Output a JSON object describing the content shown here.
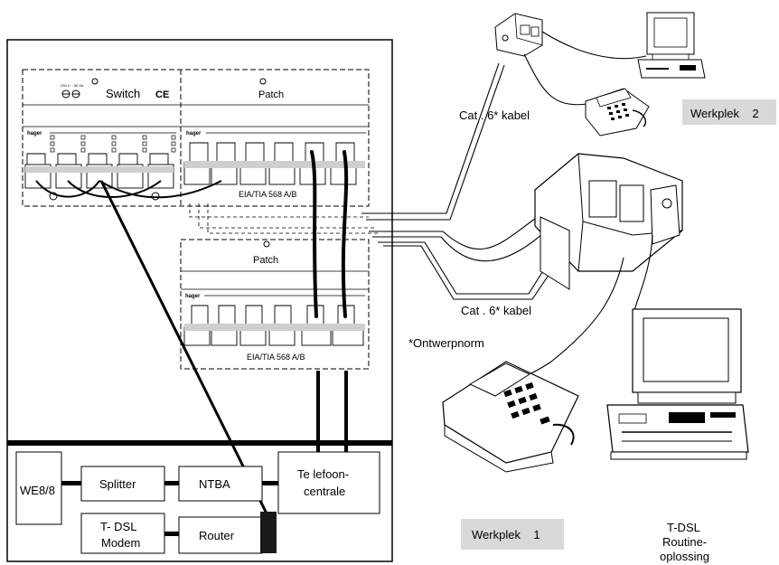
{
  "cabinet": {
    "switch_label": "Switch",
    "ce_mark": "CE",
    "patch_top_label": "Patch",
    "patch_bottom_label": "Patch",
    "standard_top": "EIA/TIA 568 A/B",
    "standard_bottom": "EIA/TIA 568 A/B",
    "brand_1": "hager",
    "brand_2": "hager",
    "brand_3": "hager",
    "voltage_small": "230 V ~ 50 Hz"
  },
  "equipment": {
    "we88": "WE8/8",
    "splitter": "Splitter",
    "ntba": "NTBA",
    "telefooncentrale_line1": "Te lefoon-",
    "telefooncentrale_line2": "centrale",
    "tdsl_modem_line1": "T- DSL",
    "tdsl_modem_line2": "Modem",
    "router": "Router"
  },
  "annotations": {
    "cat6_top": "Cat . 6* kabel",
    "cat6_bottom": "Cat . 6* kabel",
    "ontwerpnorm": "*Ontwerpnorm",
    "werkplek_2": "Werkplek    2",
    "werkplek_1": "Werkplek    1",
    "tdsl_line1": "T-DSL",
    "tdsl_line2": "Routine-",
    "tdsl_line3": "oplossing"
  }
}
